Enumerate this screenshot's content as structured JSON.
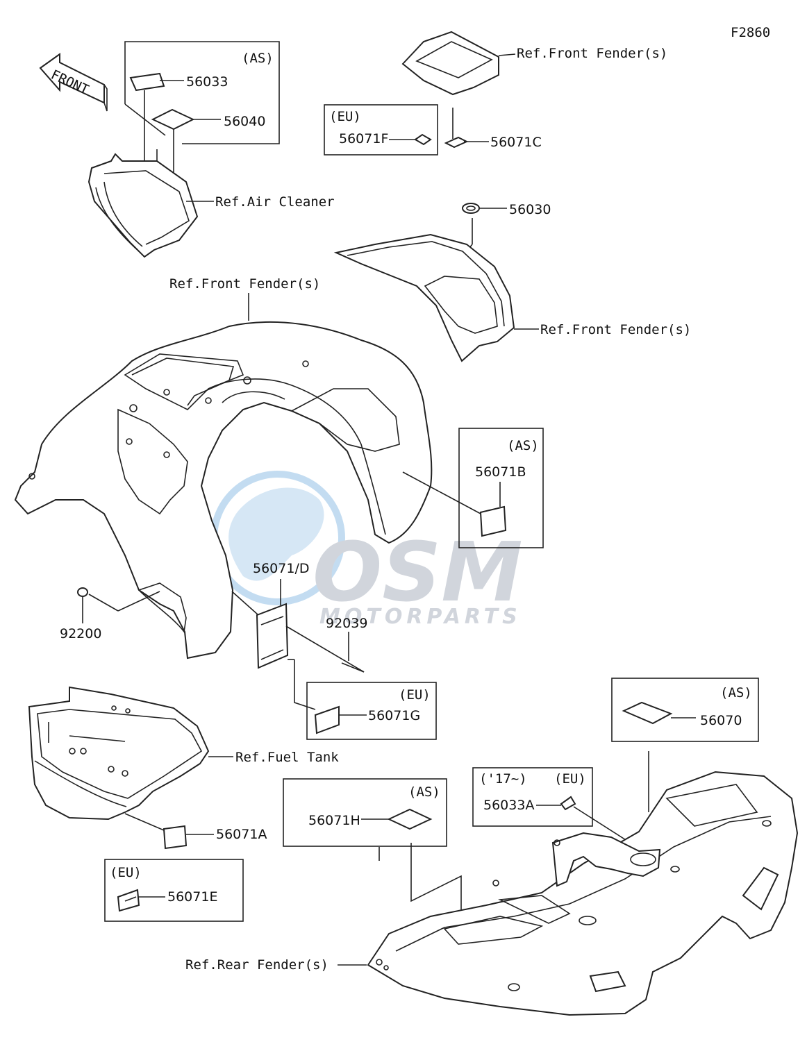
{
  "figure_code": "F2860",
  "front_arrow_text": "FRONT",
  "watermark": {
    "main": "OSM",
    "sub": "MOTORPARTS",
    "color": "#c9ced6",
    "globe_color": "#b9d7ef"
  },
  "groups": {
    "as": "(AS)",
    "eu": "(EU)",
    "eu2017": "('17~)"
  },
  "parts": {
    "p56033": "56033",
    "p56040": "56040",
    "p56071F": "56071F",
    "p56071C": "56071C",
    "p56030": "56030",
    "p56071B": "56071B",
    "p56071D": "56071/D",
    "p92039": "92039",
    "p92200": "92200",
    "p56071G": "56071G",
    "p56070": "56070",
    "p56033A": "56033A",
    "p56071H": "56071H",
    "p56071A": "56071A",
    "p56071E": "56071E"
  },
  "refs": {
    "front_fender_1": "Ref.Front Fender(s)",
    "front_fender_2": "Ref.Front Fender(s)",
    "front_fender_3": "Ref.Front Fender(s)",
    "air_cleaner": "Ref.Air Cleaner",
    "fuel_tank": "Ref.Fuel Tank",
    "rear_fender": "Ref.Rear Fender(s)"
  }
}
